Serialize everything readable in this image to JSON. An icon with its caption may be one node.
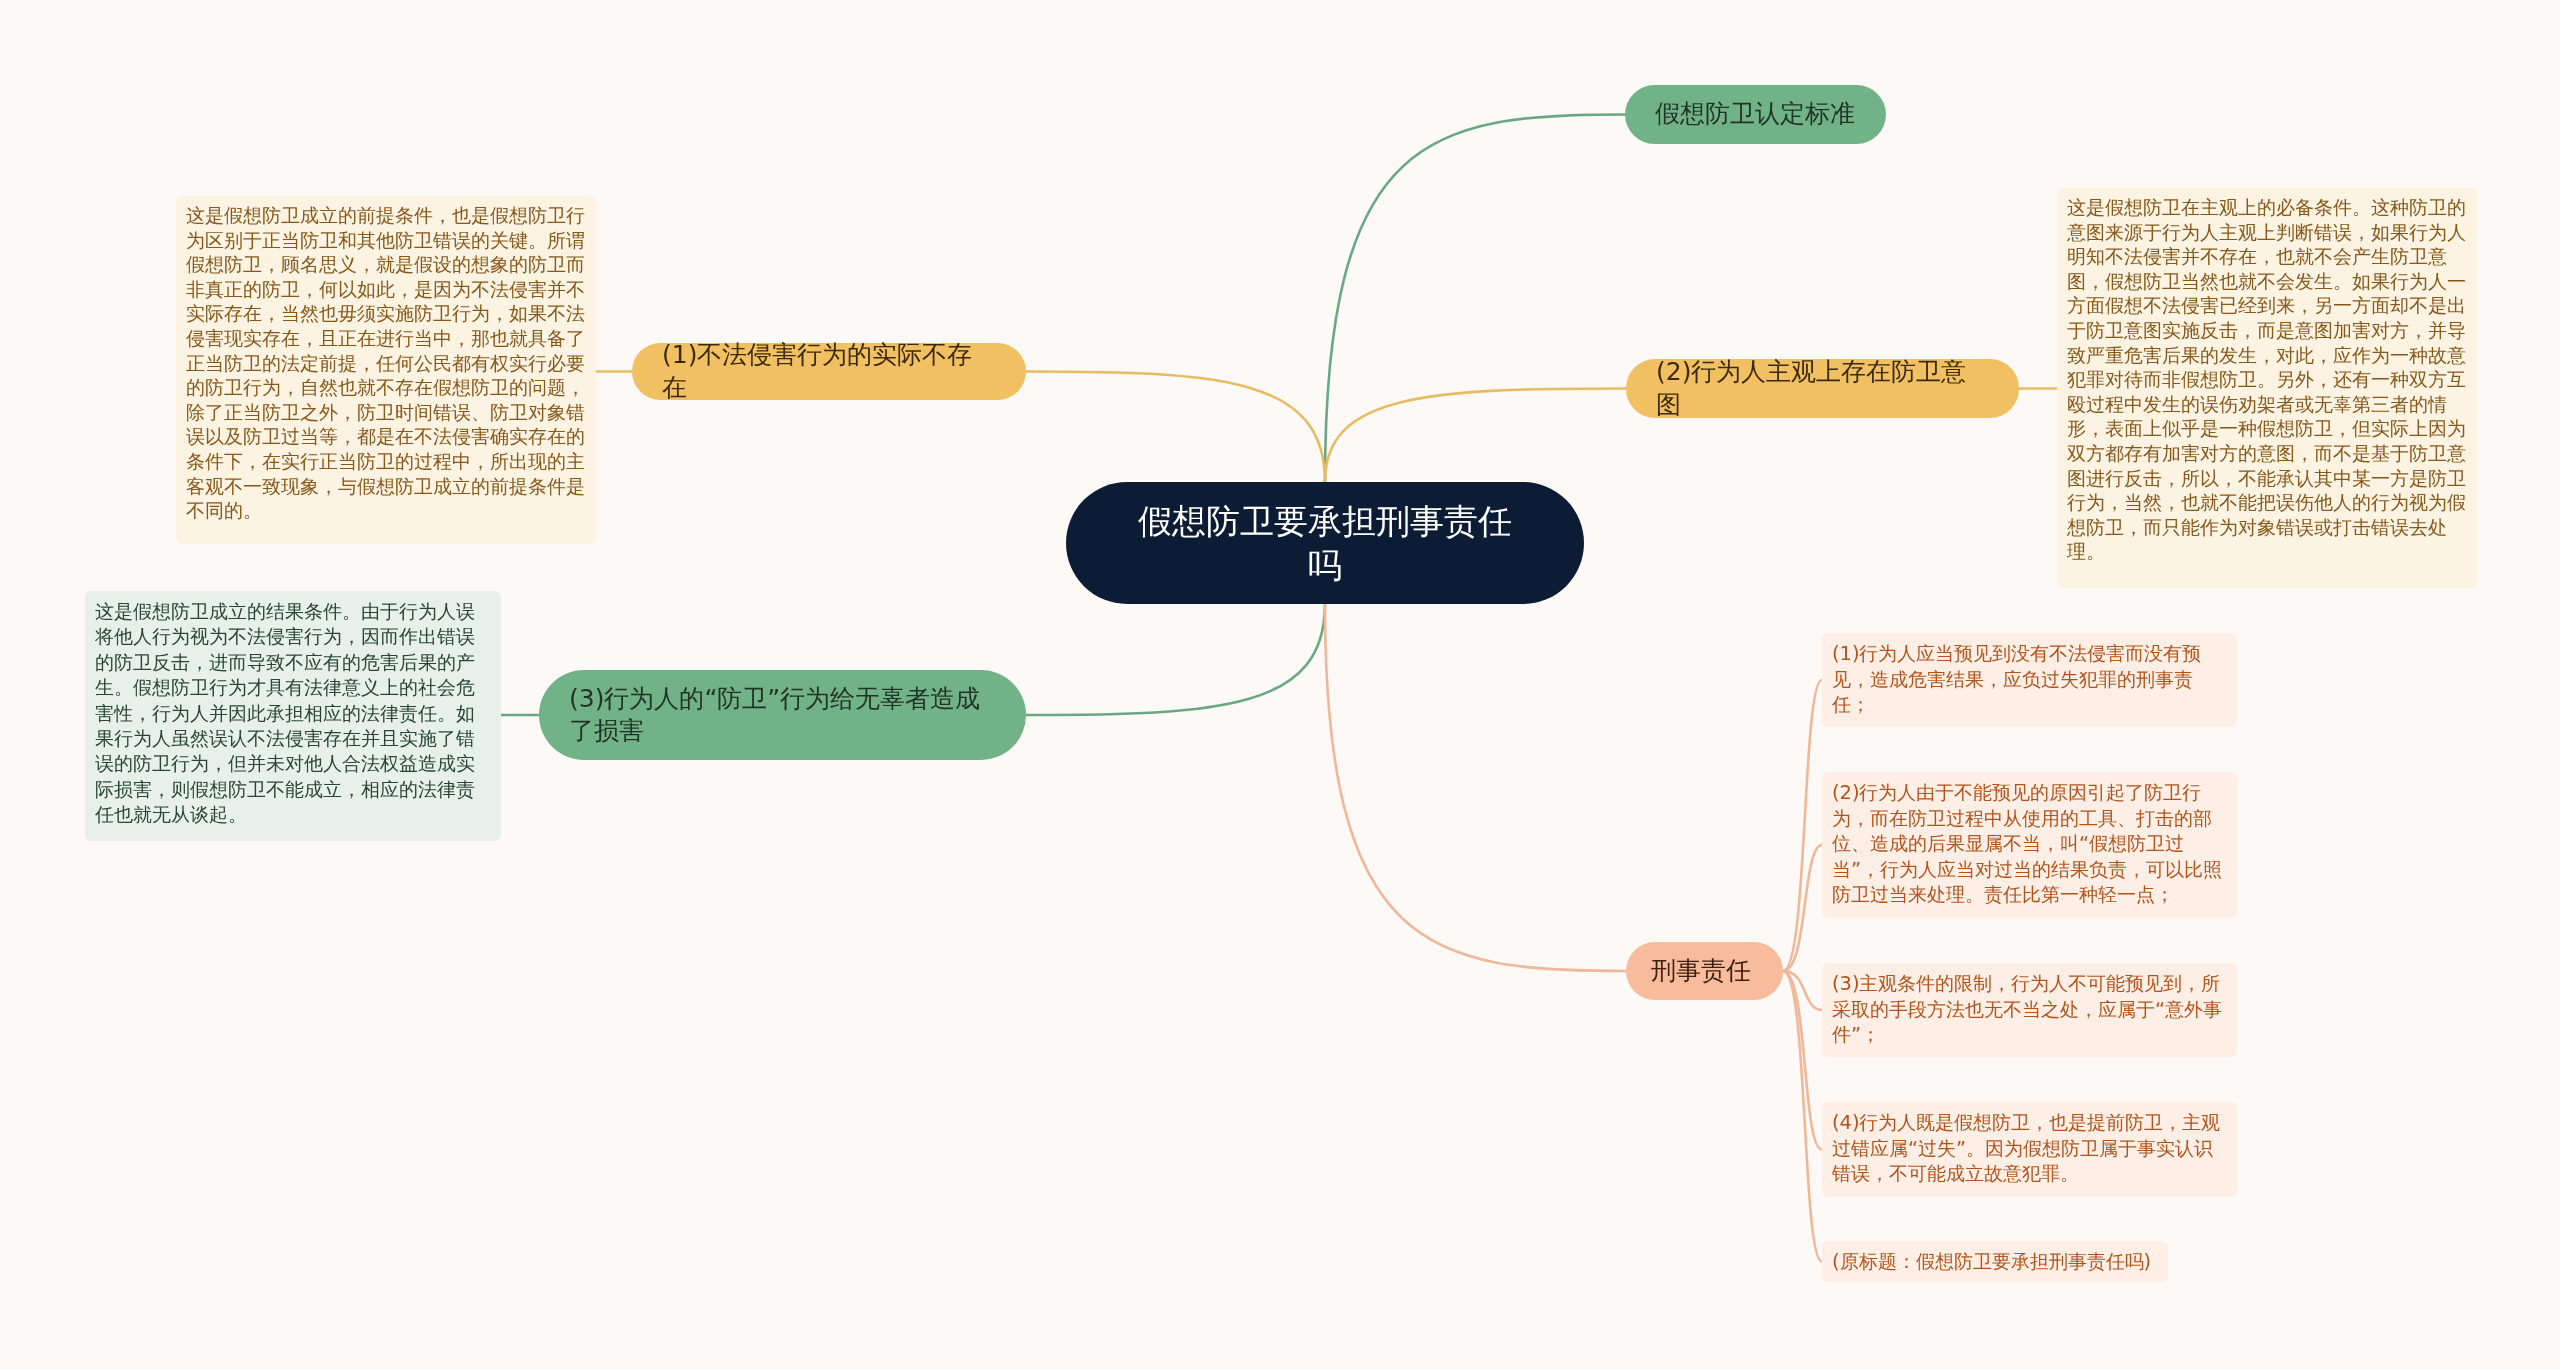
{
  "diagram": {
    "nodes": [
      {
        "text": [
          "假想防卫要承担刑事责任吗"
        ]
      },
      {
        "text": [
          "假想防卫认定标准"
        ]
      },
      {
        "text": [
          "(1)不法侵害行为的实际不存在"
        ]
      },
      {
        "text": [
          "这是假想防卫成立的前提条件，也是假想防卫行为区别于正当防卫和其他防卫错误的关键。所谓假想防卫，顾名思义，就是假设的想象的防卫而非真正的防卫，何以如此，是因为不法侵害并不实际存在，当然也毋须实施防卫行为，如果不法侵害现实存在，且正在进行当中，那也就具备了正当防卫的法定前提，任何公民都有权实行必要的防卫行为，自然也就不存在假想防卫的问题，除了正当防卫之外，防卫时间错误、防卫对象错误以及防卫过当等，都是在不法侵害确实存在的条件下，在实行正当防卫的过程中，所出现的主客观不一致现象，与假想防卫成立的前提条件是不同的。"
        ]
      },
      {
        "text": [
          "(2)行为人主观上存在防卫意图"
        ]
      },
      {
        "text": [
          "这是假想防卫在主观上的必备条件。这种防卫的意图来源于行为人主观上判断错误，如果行为人明知不法侵害并不存在，也就不会产生防卫意图，假想防卫当然也就不会发生。如果行为人一方面假想不法侵害已经到来，另一方面却不是出于防卫意图实施反击，而是意图加害对方，并导致严重危害后果的发生，对此，应作为一种故意犯罪对待而非假想防卫。另外，还有一种双方互殴过程中发生的误伤劝架者或无辜第三者的情形，表面上似乎是一种假想防卫，但实际上因为双方都存有加害对方的意图，而不是基于防卫意图进行反击，所以，不能承认其中某一方是防卫行为，当然，也就不能把误伤他人的行为视为假想防卫，而只能作为对象错误或打击错误去处理。"
        ]
      },
      {
        "text": [
          "(3)行为人的“防卫”行为给无辜者造成了损害"
        ]
      },
      {
        "text": [
          "这是假想防卫成立的结果条件。由于行为人误将他人行为视为不法侵害行为，因而作出错误的防卫反击，进而导致不应有的危害后果的产生。假想防卫行为才具有法律意义上的社会危害性，行为人并因此承担相应的法律责任。如果行为人虽然误认不法侵害存在并且实施了错误的防卫行为，但并未对他人合法权益造成实际损害，则假想防卫不能成立，相应的法律责任也就无从谈起。"
        ]
      },
      {
        "text": [
          "刑事责任"
        ]
      },
      {
        "text": [
          "(1)行为人应当预见到没有不法侵害而没有预见，造成危害结果，应负过失犯罪的刑事责任；"
        ]
      },
      {
        "text": [
          "(2)行为人由于不能预见的原因引起了防卫行为，而在防卫过程中从使用的工具、打击的部位、造成的后果显属不当，叫“假想防卫过当”，行为人应当对过当的结果负责，可以比照防卫过当来处理。责任比第一种轻一点；"
        ]
      },
      {
        "text": [
          "(3)主观条件的限制，行为人不可能预见到，所采取的手段方法也无不当之处，应属于“意外事件”；"
        ]
      },
      {
        "text": [
          "(4)行为人既是假想防卫，也是提前防卫，主观过错应属“过失”。因为假想防卫属于事实认识错误，不可能成立故意犯罪。"
        ]
      },
      {
        "text": [
          "(原标题：假想防卫要承担刑事责任吗)"
        ]
      }
    ],
    "edges": [
      {
        "from": 0,
        "to": 1,
        "arrow": "none",
        "color": "#6aa882"
      },
      {
        "from": 0,
        "to": 2,
        "arrow": "none",
        "color": "#e8bc62"
      },
      {
        "from": 2,
        "to": 3,
        "arrow": "none",
        "color": "#e8bc62"
      },
      {
        "from": 0,
        "to": 4,
        "arrow": "none",
        "color": "#e8bc62"
      },
      {
        "from": 4,
        "to": 5,
        "arrow": "none",
        "color": "#e8bc62"
      },
      {
        "from": 0,
        "to": 6,
        "arrow": "none",
        "color": "#6aa882"
      },
      {
        "from": 6,
        "to": 7,
        "arrow": "none",
        "color": "#6aa882"
      },
      {
        "from": 0,
        "to": 8,
        "arrow": "none"
      },
      {
        "from": 8,
        "to": 9,
        "arrow": "none"
      },
      {
        "from": 8,
        "to": 10,
        "arrow": "none"
      },
      {
        "from": 8,
        "to": 11,
        "arrow": "none"
      },
      {
        "from": 8,
        "to": 12,
        "arrow": "none"
      },
      {
        "from": 8,
        "to": 13,
        "arrow": "none"
      }
    ]
  }
}
